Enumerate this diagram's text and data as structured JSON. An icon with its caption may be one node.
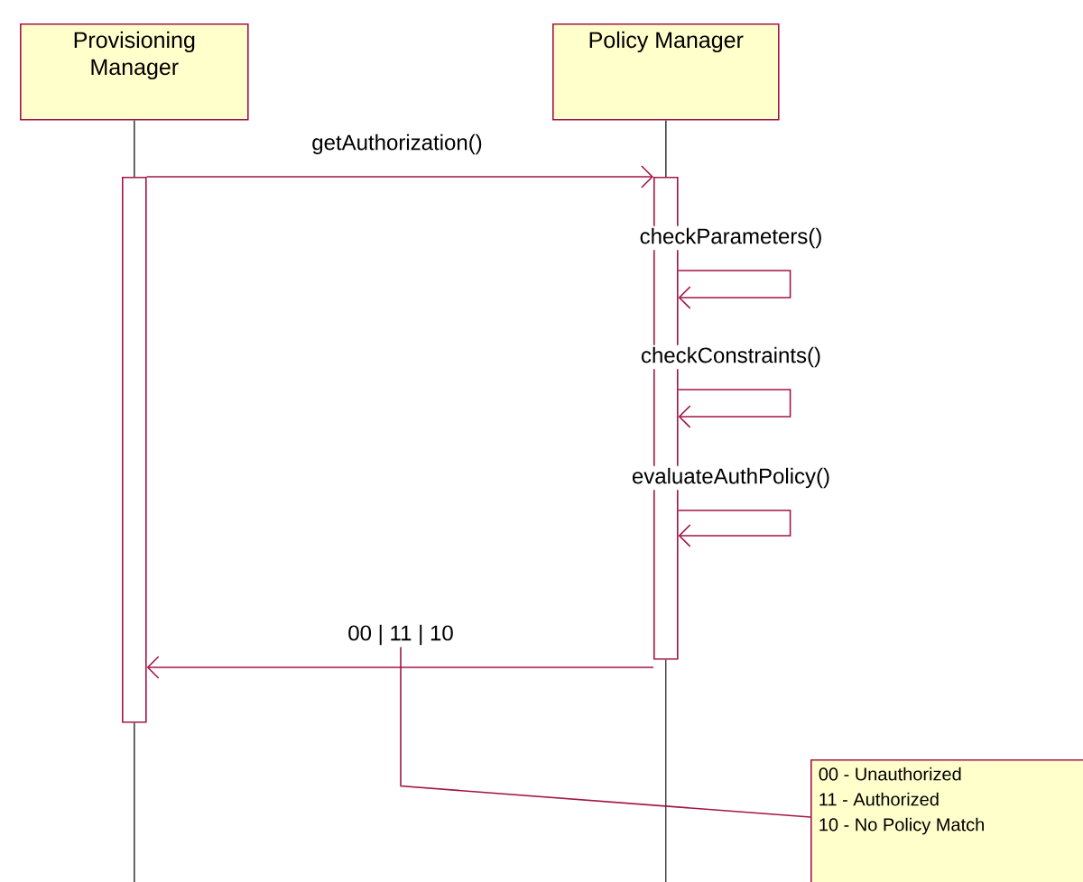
{
  "diagram": {
    "nodes": [
      {
        "text": [
          "Provisioning Manager"
        ]
      },
      {
        "text": [
          "Policy Manager"
        ]
      },
      {
        "text": [],
        "shape": "bar"
      },
      {
        "text": [],
        "shape": "bar"
      },
      {
        "text": [
          "00 - Unauthorized",
          "11 - Authorized",
          "10 - No Policy Match"
        ]
      },
      {
        "text": [
          "00 | 11 | 10"
        ]
      }
    ],
    "edges": [
      {
        "from": 0,
        "to": 2,
        "arrow": "none",
        "color": "#404040"
      },
      {
        "from": 1,
        "to": 3,
        "arrow": "none",
        "color": "#404040"
      },
      {
        "from": 2,
        "to": 3,
        "arrow": "to",
        "label": "getAuthorization()"
      },
      {
        "from": 3,
        "to": 3,
        "arrow": "to",
        "label": "checkParameters()"
      },
      {
        "from": 3,
        "to": 3,
        "arrow": "to",
        "label": "checkConstraints()"
      },
      {
        "from": 3,
        "to": 3,
        "arrow": "to",
        "label": "evaluateAuthPolicy()"
      },
      {
        "from": 3,
        "to": 2,
        "arrow": "to"
      },
      {
        "from": 5,
        "to": 4,
        "arrow": "none"
      },
      {
        "from": 2,
        "to": null,
        "arrow": "none",
        "color": "#404040"
      },
      {
        "from": 3,
        "to": null,
        "arrow": "none",
        "color": "#404040"
      }
    ]
  }
}
